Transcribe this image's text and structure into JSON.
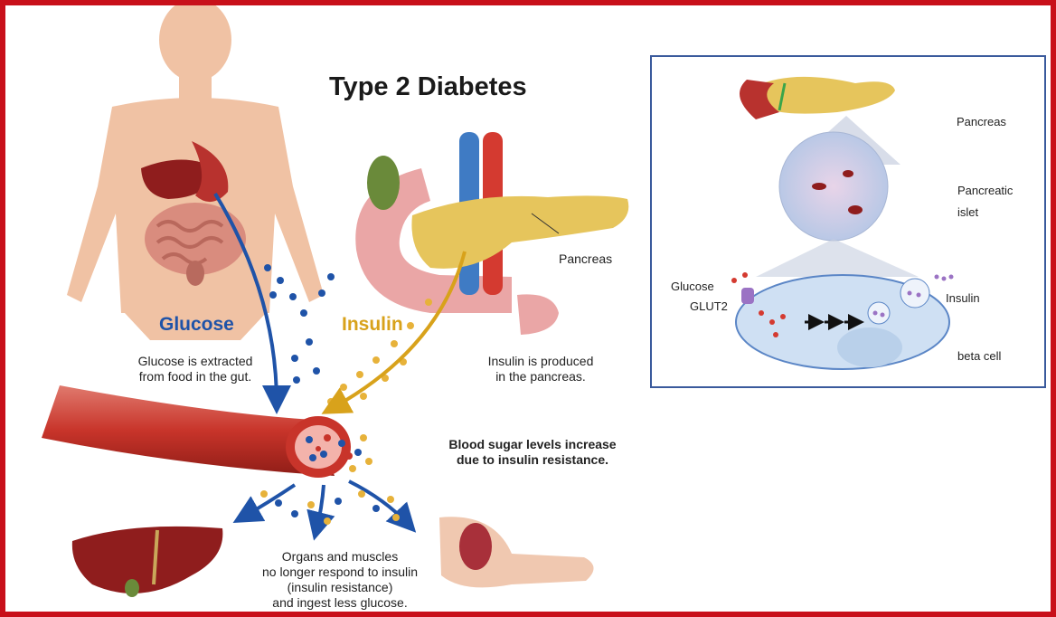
{
  "title": "Type 2 Diabetes",
  "labels": {
    "glucose": "Glucose",
    "insulin": "Insulin",
    "pancreas": "Pancreas"
  },
  "captions": {
    "glucose_line1": "Glucose is extracted",
    "glucose_line2": "from food in the gut.",
    "insulin_line1": "Insulin is produced",
    "insulin_line2": "in the pancreas.",
    "blood_line1": "Blood sugar levels increase",
    "blood_line2": "due to insulin resistance.",
    "organs_line1": "Organs and muscles",
    "organs_line2": "no longer respond to insulin",
    "organs_line3": "(insulin resistance)",
    "organs_line4": "and ingest less glucose."
  },
  "inset": {
    "pancreas": "Pancreas",
    "islet_line1": "Pancreatic",
    "islet_line2": "islet",
    "glucose": "Glucose",
    "glut2": "GLUT2",
    "insulin": "Insulin",
    "beta_cell": "beta cell"
  },
  "colors": {
    "frame": "#c8101a",
    "glucose": "#1f53a8",
    "insulin": "#d8a21b",
    "inset_border": "#3a5a9c"
  }
}
